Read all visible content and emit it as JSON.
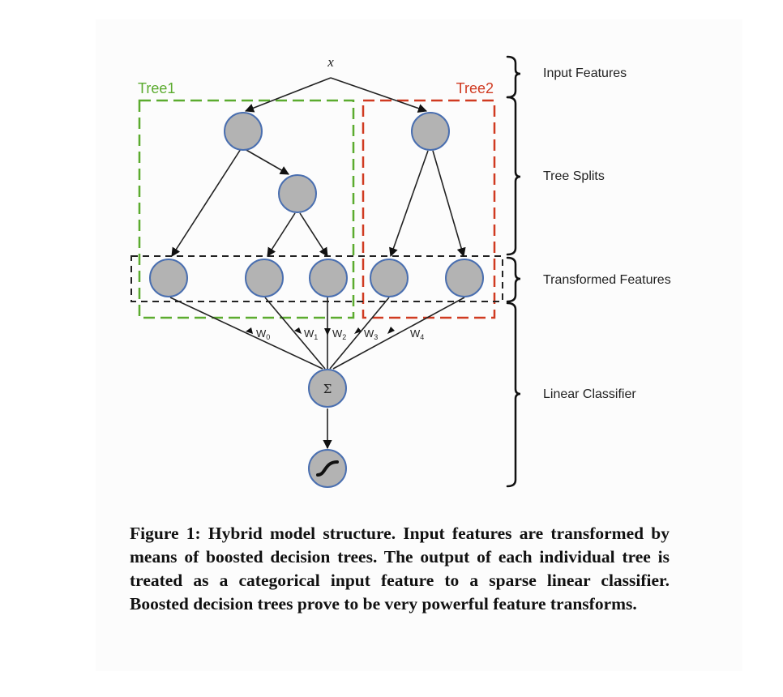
{
  "diagram": {
    "input_label": "x",
    "trees": [
      {
        "label": "Tree1",
        "color": "#5bab2f"
      },
      {
        "label": "Tree2",
        "color": "#d03a21"
      }
    ],
    "weights": [
      {
        "base": "W",
        "sub": "0"
      },
      {
        "base": "W",
        "sub": "1"
      },
      {
        "base": "W",
        "sub": "2"
      },
      {
        "base": "W",
        "sub": "3"
      },
      {
        "base": "W",
        "sub": "4"
      }
    ],
    "sum_symbol": "Σ",
    "layers": [
      "Input Features",
      "Tree Splits",
      "Transformed Features",
      "Linear Classifier"
    ],
    "node_fill": "#b3b3b3",
    "node_stroke": "#4a6fb0"
  },
  "caption": "Figure 1: Hybrid model structure. Input features are transformed by means of boosted decision trees. The output of each individual tree is treated as a categorical input feature to a sparse linear classifier. Boosted decision trees prove to be very powerful feature transforms."
}
